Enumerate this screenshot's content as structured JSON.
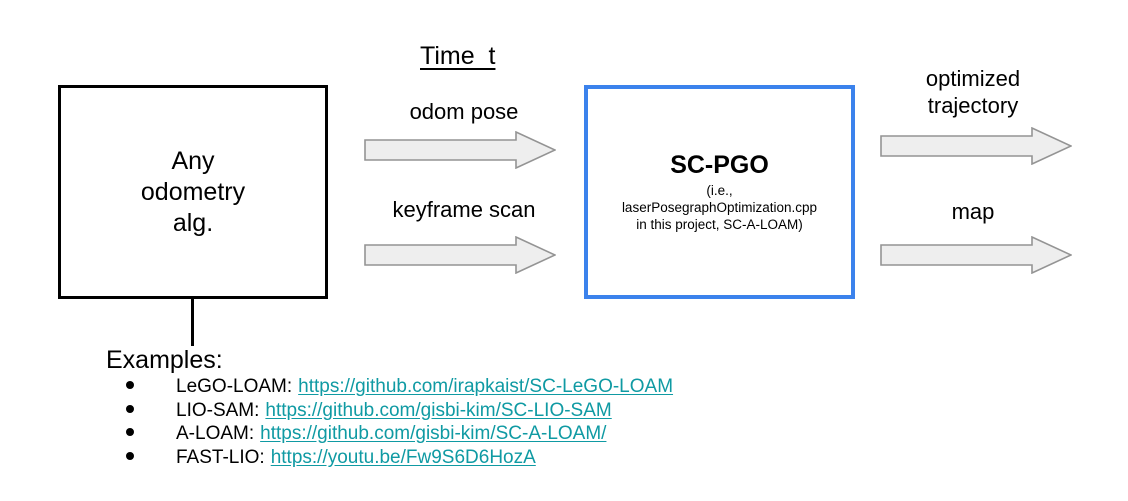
{
  "diagram": {
    "time_title": "Time  t",
    "odometry_box": {
      "title": "Any\nodometry\nalg."
    },
    "scpgo_box": {
      "title": "SC-PGO",
      "subtitle": "(i.e.,\nlaserPosegraphOptimization.cpp\nin this project, SC-A-LOAM)",
      "border_color": "#3b82ec"
    },
    "arrows": {
      "odom_pose_label": "odom pose",
      "keyframe_scan_label": "keyframe scan",
      "optimized_trajectory_label": "optimized\ntrajectory",
      "map_label": "map",
      "fill_color": "#eeeeee",
      "stroke_color": "#949494"
    },
    "examples": {
      "heading": "Examples:",
      "items": [
        {
          "label": "LeGO-LOAM:",
          "url": "https://github.com/irapkaist/SC-LeGO-LOAM"
        },
        {
          "label": "LIO-SAM:",
          "url": "https://github.com/gisbi-kim/SC-LIO-SAM"
        },
        {
          "label": "A-LOAM:",
          "url": "https://github.com/gisbi-kim/SC-A-LOAM/"
        },
        {
          "label": "FAST-LIO:",
          "url": "https://youtu.be/Fw9S6D6HozA"
        }
      ],
      "link_color": "#0f9aa3"
    }
  }
}
